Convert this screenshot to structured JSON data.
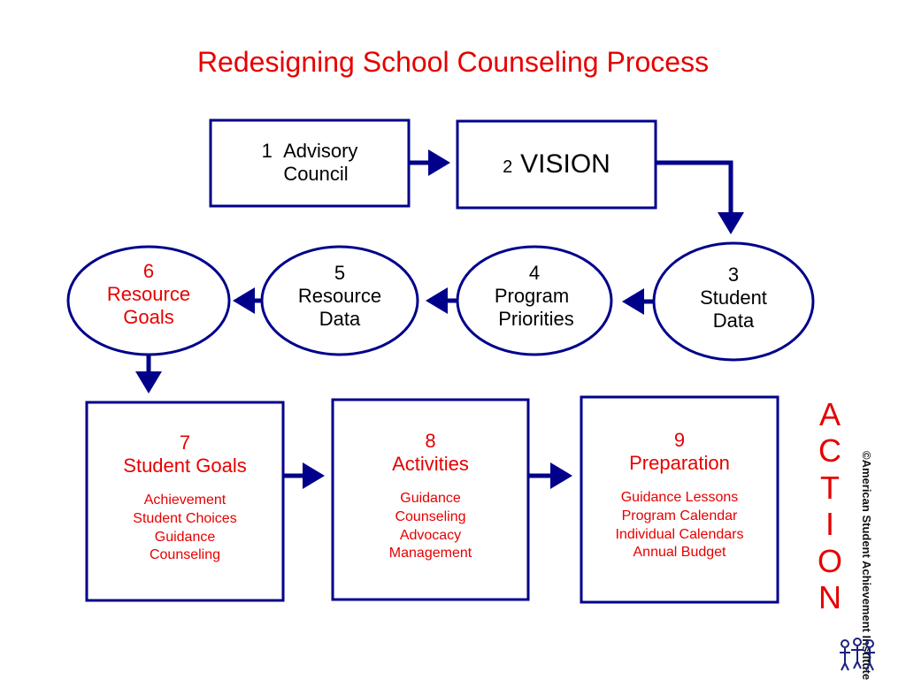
{
  "title": "Redesigning School Counseling Process",
  "nodes": {
    "n1": {
      "num": "1",
      "label": "Advisory",
      "label2": "Council"
    },
    "n2": {
      "num": "2",
      "label": "VISION"
    },
    "n3": {
      "num": "3",
      "label": "Student",
      "label2": "Data"
    },
    "n4": {
      "num": "4",
      "label": "Program",
      "label2": "Priorities"
    },
    "n5": {
      "num": "5",
      "label": "Resource",
      "label2": "Data"
    },
    "n6": {
      "num": "6",
      "label": "Resource",
      "label2": "Goals"
    },
    "n7": {
      "num": "7",
      "label": "Student Goals",
      "items": [
        "Achievement",
        "Student Choices",
        "Guidance",
        "Counseling"
      ]
    },
    "n8": {
      "num": "8",
      "label": "Activities",
      "items": [
        "Guidance",
        "Counseling",
        "Advocacy",
        "Management"
      ]
    },
    "n9": {
      "num": "9",
      "label": "Preparation",
      "items": [
        "Guidance Lessons",
        "Program Calendar",
        "Individual Calendars",
        "Annual Budget"
      ]
    }
  },
  "action_letters": [
    "A",
    "C",
    "T",
    "I",
    "O",
    "N"
  ],
  "credit": "©American Student Achievement Institute",
  "colors": {
    "title": "#e60000",
    "shape_border": "#00008b",
    "arrow": "#00008b",
    "text_red": "#e60000",
    "text_black": "#000000"
  }
}
